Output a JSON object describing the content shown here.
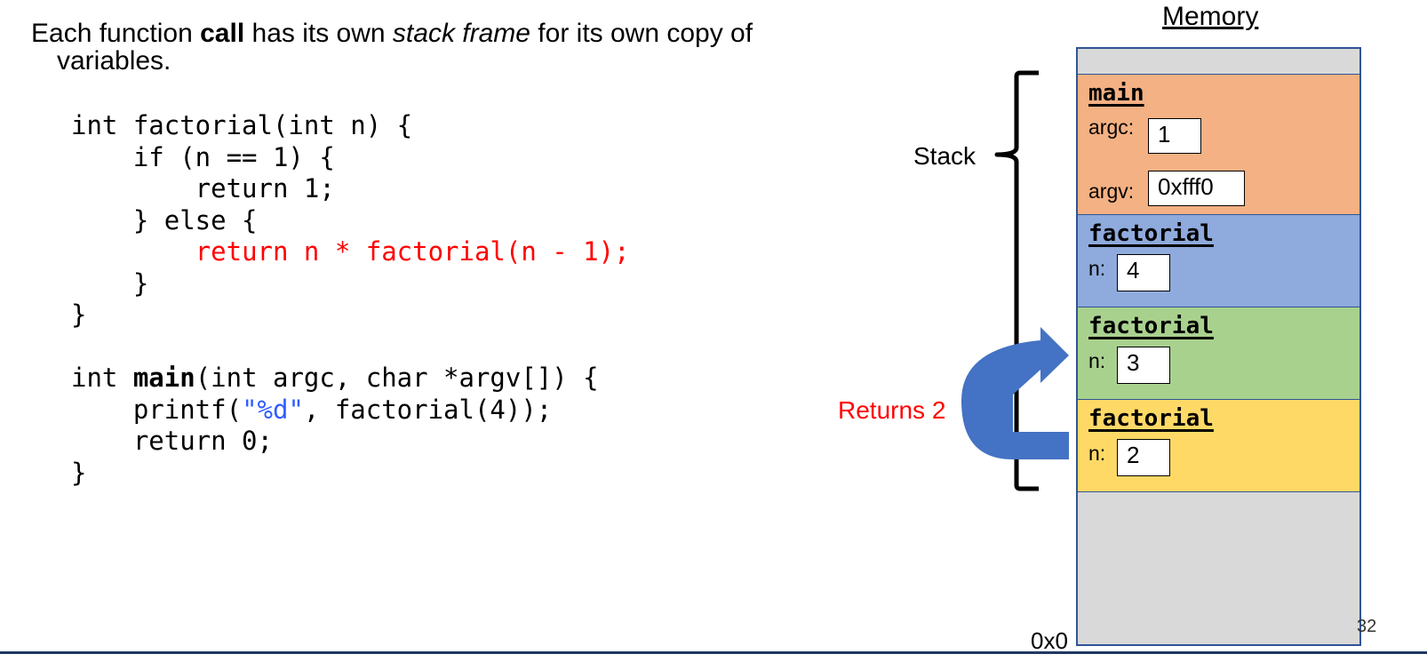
{
  "intro": {
    "p1": "Each function ",
    "bold": "call",
    "p2": " has its own ",
    "italic": "stack frame",
    "p3": " for its own copy of",
    "line2": "variables."
  },
  "code": {
    "l1": "int factorial(int n) {",
    "l2": "    if (n == 1) {",
    "l3": "        return 1;",
    "l4": "    } else {",
    "l5_indent": "        ",
    "l5_red": "return n * factorial(n - 1);",
    "l6": "    }",
    "l7": "}",
    "l9a": "int ",
    "l9b": "main",
    "l9c": "(int argc, char *argv[]) {",
    "l10a": "    printf(",
    "l10b": "\"%d\"",
    "l10c": ", factorial(4));",
    "l11": "    return 0;",
    "l12": "}"
  },
  "diagram": {
    "memory_title": "Memory",
    "stack_label": "Stack",
    "returns_label": "Returns 2",
    "zero_label": "0x0",
    "page_number": "32",
    "frames": {
      "main": {
        "name": "main",
        "argc_label": "argc:",
        "argc_value": "1",
        "argv_label": "argv:",
        "argv_value": "0xfff0",
        "color": "#f4b183"
      },
      "f4": {
        "name": "factorial",
        "n_label": "n:",
        "n_value": "4",
        "color": "#8faadc"
      },
      "f3": {
        "name": "factorial",
        "n_label": "n:",
        "n_value": "3",
        "color": "#a9d18e"
      },
      "f2": {
        "name": "factorial",
        "n_label": "n:",
        "n_value": "2",
        "color": "#ffd966"
      }
    },
    "memory_fill": "#d9d9d9",
    "border_color": "#2f5597",
    "arrow_color": "#4472c4",
    "highlight_color": "#ff0000"
  }
}
